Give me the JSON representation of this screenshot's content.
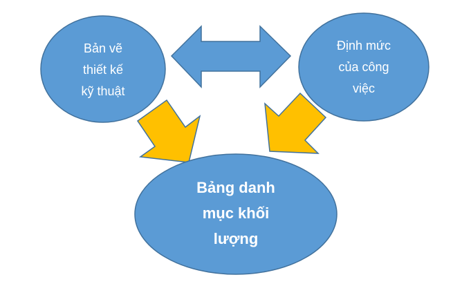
{
  "nodes": {
    "drawings": {
      "lines": [
        "Bản vẽ",
        "thiết kế",
        "kỹ thuật"
      ]
    },
    "norms": {
      "lines": [
        "Định mức",
        "của công",
        "việc"
      ]
    },
    "bill": {
      "lines": [
        "Bảng danh",
        "mục khối",
        "lượng"
      ]
    }
  },
  "colors": {
    "node_fill": "#5B9BD5",
    "node_stroke": "#41719C",
    "arrow_yellow": "#FFC000"
  }
}
